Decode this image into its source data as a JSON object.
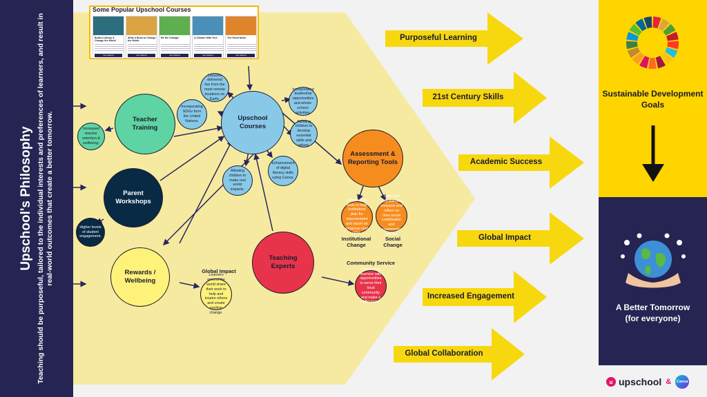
{
  "philosophy": {
    "title": "Upschool's Philosophy",
    "subtitle": "Teaching should be purposeful, tailored to the individual interests and preferences of learners, and result in real-world outcomes that create a better tomorrow."
  },
  "courses_panel": {
    "title": "Some Popular Upschool Courses",
    "cards": [
      {
        "title": "Build a Library & Change the World",
        "button": "Get Started",
        "color": "#2d6e7e"
      },
      {
        "title": "Write a Book to Change the World",
        "button": "Get Started",
        "color": "#d9a441"
      },
      {
        "title": "Be the Change!",
        "button": "Get Started",
        "color": "#5fae4f"
      },
      {
        "title": "A Climate With You!",
        "button": "Get Started",
        "color": "#4a8fb8"
      },
      {
        "title": "The Good News",
        "button": "Get Started",
        "color": "#e0842b"
      }
    ]
  },
  "nodes": {
    "teacher_training": "Teacher Training",
    "parent_workshops": "Parent Workshops",
    "rewards_wellbeing": "Rewards / Wellbeing",
    "upschool_courses": "Upschool Courses",
    "assessment_tools": "Assessment & Reporting Tools",
    "teaching_experts": "Teaching Experts"
  },
  "small_nodes": {
    "teacher_retention": "Increased teacher retention & wellbeing.",
    "student_engagement": "Higher levels of student engagement.",
    "remote_locations": "Lessons delivered live from the most remote locations on Earth.",
    "sdgs": "Incorporating SDGs form the United Nations.",
    "leadership": "Incorporating leadership opportunities and whole-school-activities.",
    "essential_skills": "Allowing children to develop essential skills and values.",
    "real_world_impacts": "Allowing children to make real world impacts.",
    "digital_literacy": "Enhancement of digital literacy skills using Canva.",
    "institutional_text": "Proposal of tools to help institutions plan for improvement and report on progress over time.",
    "social_text": "Tools that help learners measure and reflect on their social contribution and community impact.",
    "global_impact_text": "Learners around the world share their work to help and inspire others and create positive change.",
    "community_text": "Connecting learners with opportunities to serve their local community and make a difference."
  },
  "labels": {
    "institutional_change": "Institutional Change",
    "social_change": "Social Change",
    "global_impact": "Global Impact",
    "community_service": "Community Service"
  },
  "outcomes": [
    "Purposeful Learning",
    "21st Century Skills",
    "Academic Success",
    "Global Impact",
    "Increased  Engagement",
    "Global Collaboration"
  ],
  "right_panel": {
    "sdg_label": "Sustainable Development Goals",
    "tomorrow_line1": "A Better Tomorrow",
    "tomorrow_line2": "(for everyone)"
  },
  "brand": {
    "logo_text": "upschool",
    "amp": "&",
    "partner": "Canva"
  },
  "colors": {
    "navy": "#262452",
    "yellow": "#ffd500",
    "pale_yellow": "#f6eaa0",
    "arrow_yellow": "#f7d80f",
    "teacher_green": "#5ed3a3",
    "courses_blue": "#89c9e8",
    "assessment_orange": "#f78c1e",
    "experts_red": "#e8344a",
    "rewards_yellow": "#fff27a"
  }
}
